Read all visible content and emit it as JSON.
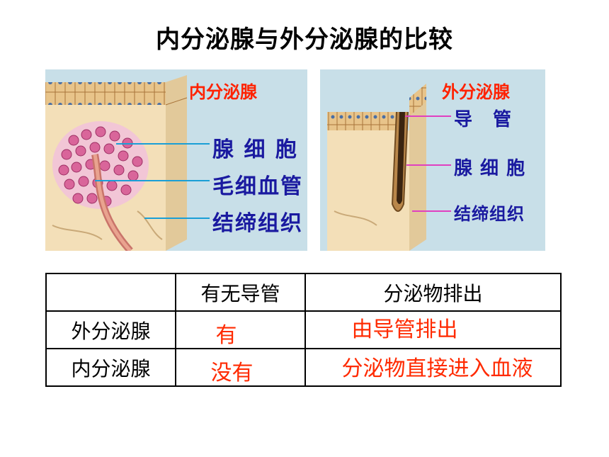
{
  "title": "内分泌腺与外分泌腺的比较",
  "left_panel": {
    "label": "内分泌腺",
    "callouts": [
      "腺 细 胞",
      "毛细血管",
      "结缔组织"
    ]
  },
  "right_panel": {
    "label": "外分泌腺",
    "callouts": [
      "导 管",
      "腺 细 胞",
      "结缔组织"
    ]
  },
  "table": {
    "headers": [
      "",
      "有无导管",
      "分泌物排出"
    ],
    "rows": [
      {
        "name": "外分泌腺",
        "duct": "有",
        "secretion": "由导管排出"
      },
      {
        "name": "内分泌腺",
        "duct": "没有",
        "secretion": "分泌物直接进入血液"
      }
    ]
  },
  "colors": {
    "label_red": "#ff2200",
    "callout_blue": "#1a1aa0",
    "answer_red": "#ff2a00",
    "panel_bg": "#c8dfe8"
  }
}
